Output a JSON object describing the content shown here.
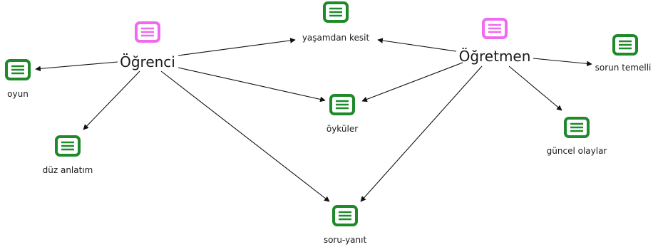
{
  "colors": {
    "actor_icon": "#f06af0",
    "topic_icon": "#1f8a2a",
    "edge": "#111111",
    "background": "#ffffff"
  },
  "nodes": {
    "ogrenci": {
      "label": "Öğrenci",
      "icon": "actor-note-icon"
    },
    "ogretmen": {
      "label": "Öğretmen",
      "icon": "actor-note-icon"
    },
    "yasamdan": {
      "label": "yaşamdan kesit",
      "icon": "topic-note-icon"
    },
    "oyun": {
      "label": "oyun",
      "icon": "topic-note-icon"
    },
    "duz": {
      "label": "düz anlatım",
      "icon": "topic-note-icon"
    },
    "oykuler": {
      "label": "öyküler",
      "icon": "topic-note-icon"
    },
    "soru": {
      "label": "soru-yanıt",
      "icon": "topic-note-icon"
    },
    "sorun": {
      "label": "sorun temelli",
      "icon": "topic-note-icon"
    },
    "guncel": {
      "label": "güncel olaylar",
      "icon": "topic-note-icon"
    }
  },
  "edges": [
    {
      "from": "ogrenci",
      "to": "oyun"
    },
    {
      "from": "ogrenci",
      "to": "duz"
    },
    {
      "from": "ogrenci",
      "to": "yasamdan"
    },
    {
      "from": "ogrenci",
      "to": "oykuler"
    },
    {
      "from": "ogrenci",
      "to": "soru"
    },
    {
      "from": "ogretmen",
      "to": "yasamdan"
    },
    {
      "from": "ogretmen",
      "to": "oykuler"
    },
    {
      "from": "ogretmen",
      "to": "soru"
    },
    {
      "from": "ogretmen",
      "to": "sorun"
    },
    {
      "from": "ogretmen",
      "to": "guncel"
    }
  ]
}
